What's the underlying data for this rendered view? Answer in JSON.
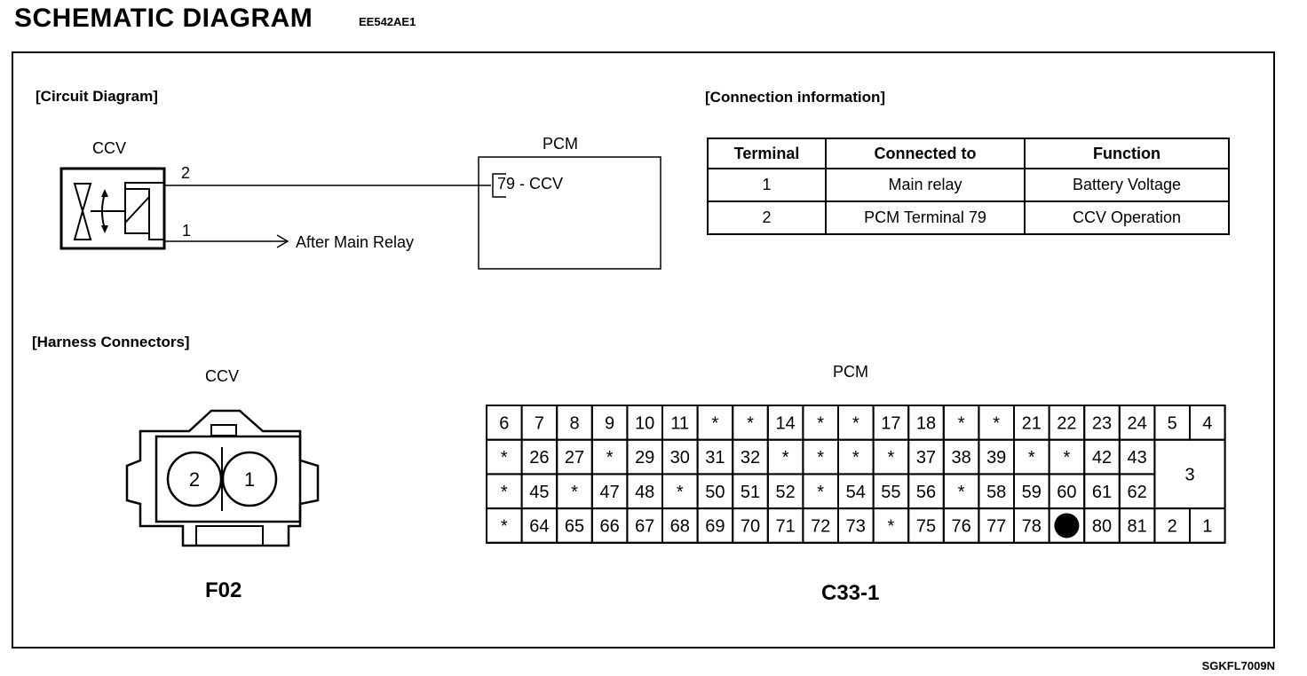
{
  "header": {
    "title": "SCHEMATIC DIAGRAM",
    "code": "EE542AE1"
  },
  "circuit": {
    "heading": "[Circuit Diagram]",
    "ccv_label": "CCV",
    "pcm_label": "PCM",
    "wire_top_pin": "2",
    "wire_bottom_pin": "1",
    "pcm_terminal": "79 - CCV",
    "after_main_relay": "After Main Relay"
  },
  "connection": {
    "heading": "[Connection information]",
    "columns": [
      "Terminal",
      "Connected to",
      "Function"
    ],
    "rows": [
      [
        "1",
        "Main relay",
        "Battery Voltage"
      ],
      [
        "2",
        "PCM Terminal 79",
        "CCV Operation"
      ]
    ]
  },
  "harness": {
    "heading": "[Harness Connectors]",
    "ccv_label": "CCV",
    "ccv_pins": [
      "2",
      "1"
    ],
    "ccv_connector_id": "F02",
    "pcm_label": "PCM",
    "pcm_connector_id": "C33-1",
    "pcm_rows": [
      [
        "6",
        "7",
        "8",
        "9",
        "10",
        "11",
        "*",
        "*",
        "14",
        "*",
        "*",
        "17",
        "18",
        "*",
        "*",
        "21",
        "22",
        "23",
        "24",
        "5",
        "4"
      ],
      [
        "*",
        "26",
        "27",
        "*",
        "29",
        "30",
        "31",
        "32",
        "*",
        "*",
        "*",
        "*",
        "37",
        "38",
        "39",
        "*",
        "*",
        "42",
        "43",
        "3"
      ],
      [
        "*",
        "45",
        "*",
        "47",
        "48",
        "*",
        "50",
        "51",
        "52",
        "*",
        "54",
        "55",
        "56",
        "*",
        "58",
        "59",
        "60",
        "61",
        "62"
      ],
      [
        "*",
        "64",
        "65",
        "66",
        "67",
        "68",
        "69",
        "70",
        "71",
        "72",
        "73",
        "*",
        "75",
        "76",
        "77",
        "78",
        "●",
        "80",
        "81",
        "2",
        "1"
      ]
    ]
  },
  "footer": {
    "figure_id": "SGKFL7009N"
  }
}
